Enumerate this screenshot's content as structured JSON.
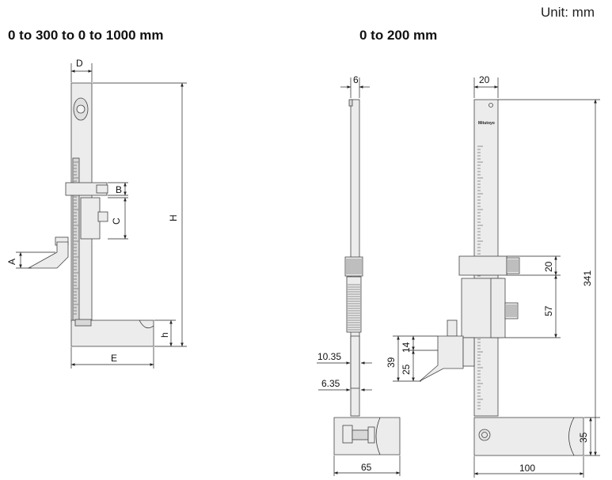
{
  "unit_label": "Unit: mm",
  "left_view": {
    "title": "0 to 300 to 0 to 1000 mm",
    "labels": {
      "D": "D",
      "B": "B",
      "C": "C",
      "A": "A",
      "H": "H",
      "h": "h",
      "E": "E"
    }
  },
  "right_view": {
    "title": "0 to 200 mm",
    "brand": "Mitutoyo",
    "dims": {
      "side_width": "6",
      "front_width": "20",
      "slider_height": "20",
      "height_total": "341",
      "slider_gap": "57",
      "d_10_35": "10.35",
      "d_6_35": "6.35",
      "d_39": "39",
      "d_14": "14",
      "d_25": "25",
      "base_side": "65",
      "base_front": "100",
      "base_height": "35"
    }
  }
}
